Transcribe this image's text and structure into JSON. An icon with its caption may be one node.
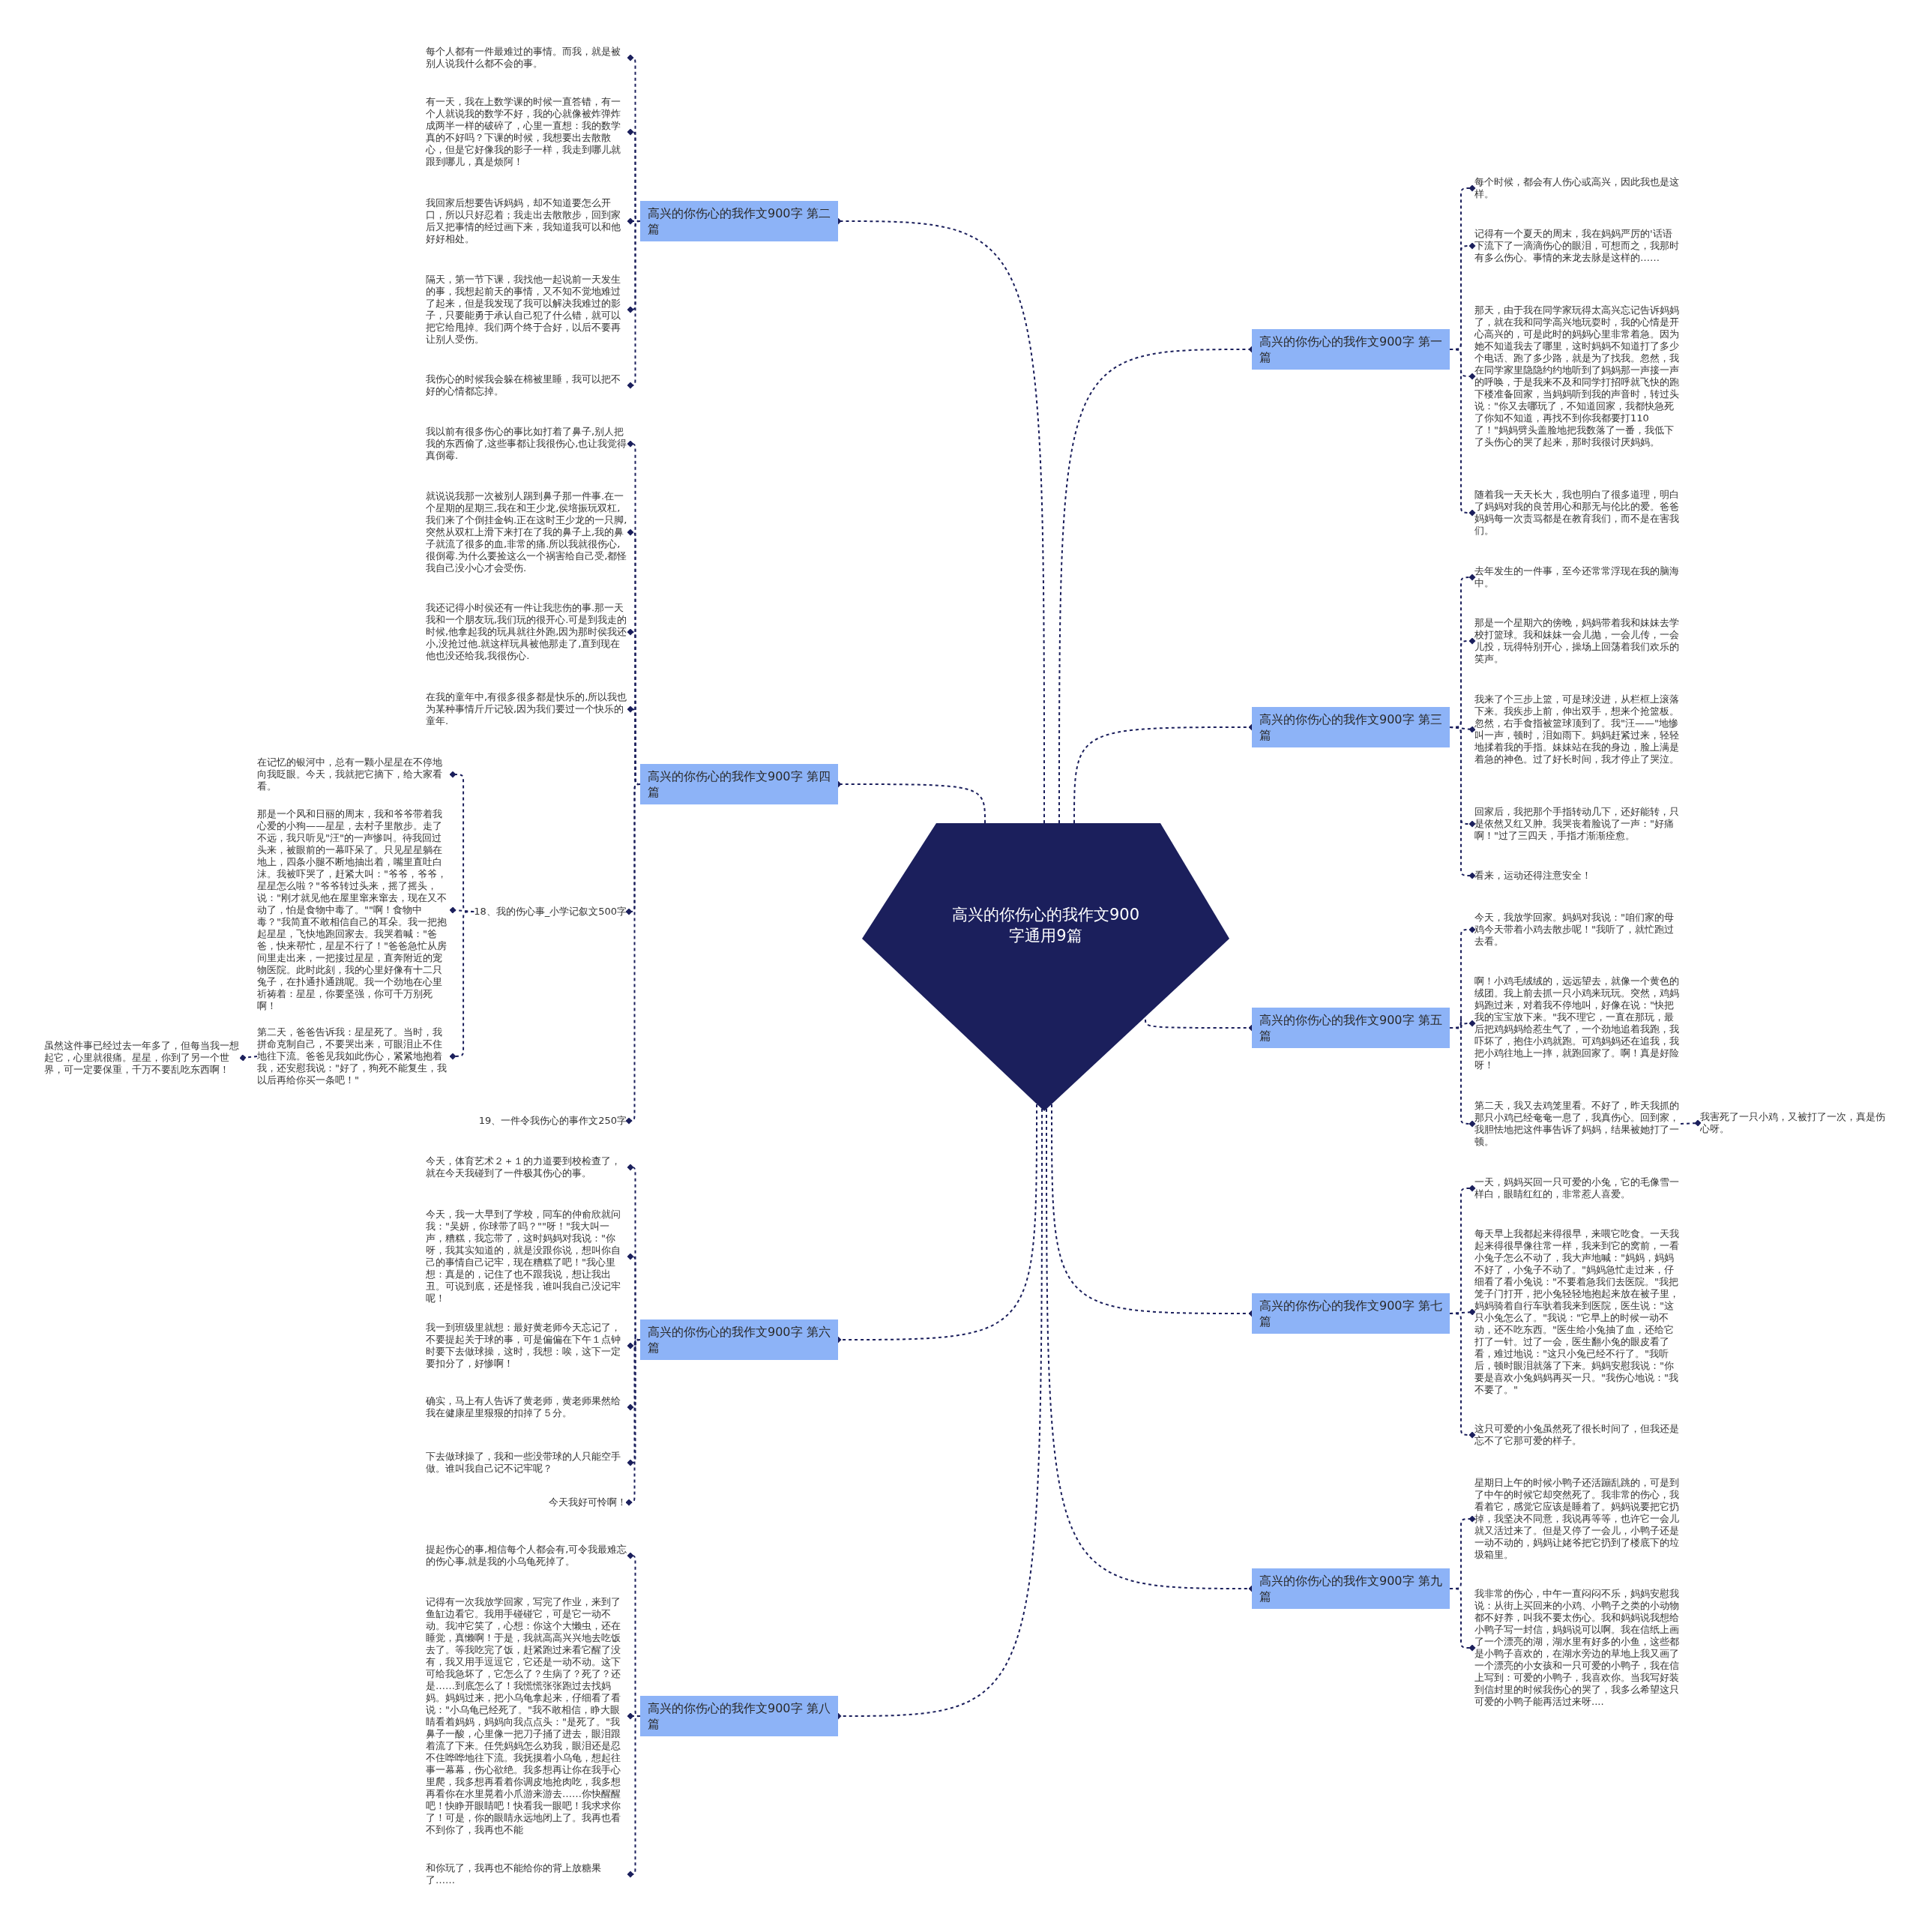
{
  "diagram": {
    "nodes": [
      {
        "text": [
          "高兴的你伤心的我作文900字通用9篇"
        ]
      },
      {
        "text": [
          "高兴的你伤心的我作文900字 第一篇"
        ]
      },
      {
        "text": [
          "每个时候，都会有人伤心或高兴，因此我也是这样。"
        ]
      },
      {
        "text": [
          "记得有一个夏天的周末，我在妈妈严厉的'话语下流下了一滴滴伤心的眼泪，可想而之，我那时有多么伤心。事情的来龙去脉是这样的……"
        ]
      },
      {
        "text": [
          "那天，由于我在同学家玩得太高兴忘记告诉妈妈了，就在我和同学高兴地玩耍时，我的心情是开心高兴的，可是此时的妈妈心里非常着急。因为她不知道我去了哪里，这时妈妈不知道打了多少个电话、跑了多少路，就是为了找我。忽然，我在同学家里隐隐约约地听到了妈妈那一声接一声的呼唤，于是我来不及和同学打招呼就飞快的跑下楼准备回家，当妈妈听到我的声音时，转过头说：\"你又去哪玩了，不知道回家，我都快急死了你知不知道，再找不到你我都要打110了！\"妈妈劈头盖脸地把我数落了一番，我低下了头伤心的哭了起来，那时我很讨厌妈妈。"
        ]
      },
      {
        "text": [
          "随着我一天天长大，我也明白了很多道理，明白了妈妈对我的良苦用心和那无与伦比的爱。爸爸妈妈每一次责骂都是在教育我们，而不是在害我们。"
        ]
      },
      {
        "text": [
          "高兴的你伤心的我作文900字 第二篇"
        ]
      },
      {
        "text": [
          "每个人都有一件最难过的事情。而我，就是被别人说我什么都不会的事。"
        ]
      },
      {
        "text": [
          "有一天，我在上数学课的时候一直答错，有一个人就说我的数学不好，我的心就像被炸弹炸成两半一样的破碎了，心里一直想：我的数学真的不好吗？下课的时候，我想要出去散散心，但是它好像我的影子一样，我走到哪儿就跟到哪儿，真是烦阿！"
        ]
      },
      {
        "text": [
          "我回家后想要告诉妈妈，却不知道要怎么开口，所以只好忍着；我走出去散散步，回到家后又把事情的经过画下来，我知道我可以和他好好相处。"
        ]
      },
      {
        "text": [
          "隔天，第一节下课，我找他一起说前一天发生的事，我想起前天的事情，又不知不觉地难过了起来，但是我发现了我可以解决我难过的影子，只要能勇于承认自己犯了什么错，就可以把它给甩掉。我们两个终于合好，以后不要再让别人受伤。"
        ]
      },
      {
        "text": [
          "我伤心的时候我会躲在棉被里睡，我可以把不好的心情都忘掉。"
        ]
      },
      {
        "text": [
          "高兴的你伤心的我作文900字 第三篇"
        ]
      },
      {
        "text": [
          "去年发生的一件事，至今还常常浮现在我的脑海中。"
        ]
      },
      {
        "text": [
          "那是一个星期六的傍晚，妈妈带着我和妹妹去学校打篮球。我和妹妹一会儿抛，一会儿传，一会儿投，玩得特别开心，操场上回荡着我们欢乐的笑声。"
        ]
      },
      {
        "text": [
          "我来了个三步上篮，可是球没进，从栏框上滚落下来。我疾步上前，伸出双手，想来个抢篮板。忽然，右手食指被篮球顶到了。我\"汪——\"地惨叫一声，顿时，泪如雨下。妈妈赶紧过来，轻轻地揉着我的手指。妹妹站在我的身边，脸上满是着急的神色。过了好长时间，我才停止了哭泣。"
        ]
      },
      {
        "text": [
          "回家后，我把那个手指转动几下，还好能转，只是依然又红又肿。我哭丧着脸说了一声：\"好痛啊！\"过了三四天，手指才渐渐痊愈。"
        ]
      },
      {
        "text": [
          "看来，运动还得注意安全！"
        ]
      },
      {
        "text": [
          "高兴的你伤心的我作文900字 第四篇"
        ]
      },
      {
        "text": [
          "我以前有很多伤心的事比如打着了鼻子,别人把我的东西偷了,这些事都让我很伤心,也让我觉得真倒霉."
        ]
      },
      {
        "text": [
          "就说说我那一次被别人踢到鼻子那一件事.在一个星期的星期三,我在和王少龙,侯培振玩双杠,我们来了个倒挂金钩.正在这时王少龙的一只脚,突然从双杠上滑下来打在了我的鼻子上,我的鼻子就流了很多的血,非常的痛.所以我就很伤心,很倒霉.为什么要捡这么一个祸害给自己受,都怪我自己没小心才会受伤."
        ]
      },
      {
        "text": [
          "我还记得小时侯还有一件让我悲伤的事.那一天我和一个朋友玩,我们玩的很开心.可是到我走的时候,他拿起我的玩具就往外跑,因为那时侯我还小,没抢过他.就这样玩具被他那走了,直到现在他也没还给我,我很伤心."
        ]
      },
      {
        "text": [
          "在我的童年中,有很多很多都是快乐的,所以我也为某种事情斤斤记较,因为我们要过一个快乐的童年."
        ]
      },
      {
        "text": [
          "18、我的伤心事_小学记叙文500字"
        ]
      },
      {
        "text": [
          "在记忆的银河中，总有一颗小星星在不停地向我眨眼。今天，我就把它摘下，给大家看看。"
        ]
      },
      {
        "text": [
          "那是一个风和日丽的周末，我和爷爷带着我心爱的小狗——星星，去村子里散步。走了不远，我只听见\"汪\"的一声惨叫。待我回过头来，被眼前的一幕吓呆了。只见星星躺在地上，四条小腿不断地抽出着，嘴里直吐白沫。我被吓哭了，赶紧大叫：\"爷爷，爷爷，星星怎么啦？\"爷爷转过头来，摇了摇头，说：\"刚才就见他在屋里窜来窜去，现在又不动了，怕是食物中毒了。\"\"啊！食物中毒？\"我简直不敢相信自己的耳朵。我一把抱起星星，飞快地跑回家去。我哭着喊：\"爸爸，快来帮忙，星星不行了！\"爸爸急忙从房间里走出来，一把接过星星，直奔附近的宠物医院。此时此刻，我的心里好像有十二只兔子，在扑通扑通跳呢。我一个劲地在心里祈祷着：星星，你要坚强，你可千万别死啊！"
        ]
      },
      {
        "text": [
          "第二天，爸爸告诉我：星星死了。当时，我拼命克制自己，不要哭出来，可眼泪止不住地往下流。爸爸见我如此伤心，紧紧地抱着我，还安慰我说：\"好了，狗死不能复生，我以后再给你买一条吧！\""
        ]
      },
      {
        "text": [
          "虽然这件事已经过去一年多了，但每当我一想起它，心里就很痛。星星，你到了另一个世界，可一定要保重，千万不要乱吃东西啊！"
        ]
      },
      {
        "text": [
          "19、一件令我伤心的事作文250字"
        ]
      },
      {
        "text": [
          "高兴的你伤心的我作文900字 第五篇"
        ]
      },
      {
        "text": [
          "今天，我放学回家。妈妈对我说：\"咱们家的母鸡今天带着小鸡去散步呢！\"我听了，就忙跑过去看。"
        ]
      },
      {
        "text": [
          "啊！小鸡毛绒绒的，远远望去，就像一个黄色的绒团。我上前去抓一只小鸡来玩玩。突然，鸡妈妈跑过来，对着我不停地叫，好像在说：\"快把我的宝宝放下来。\"我不理它，一直在那玩，最后把鸡妈妈给惹生气了，一个劲地追着我跑，我吓坏了，抱住小鸡就跑。可鸡妈妈还在追我，我把小鸡往地上一摔，就跑回家了。啊！真是好险呀！"
        ]
      },
      {
        "text": [
          "第二天，我又去鸡笼里看。不好了，昨天我抓的那只小鸡已经奄奄一息了，我真伤心。回到家，我胆怯地把这件事告诉了妈妈，结果被她打了一顿。"
        ]
      },
      {
        "text": [
          "我害死了一只小鸡，又被打了一次，真是伤心呀。"
        ]
      },
      {
        "text": [
          "高兴的你伤心的我作文900字 第六篇"
        ]
      },
      {
        "text": [
          "今天，体育艺术２＋１的力道要到校检查了，就在今天我碰到了一件极其伤心的事。"
        ]
      },
      {
        "text": [
          "今天，我一大早到了学校，同车的仲俞欣就问我：\"吴妍，你球带了吗？\"\"呀！\"我大叫一声，糟糕，我忘带了，这时妈妈对我说：\"你呀，我其实知道的，就是没跟你说，想叫你自己的事情自己记牢，现在糟糕了吧！\"我心里想：真是的，记住了也不跟我说，想让我出丑。可说到底，还是怪我，谁叫我自己没记牢呢！"
        ]
      },
      {
        "text": [
          "我一到班级里就想：最好黄老师今天忘记了，不要提起关于球的事，可是偏偏在下午１点钟时要下去做球操，这时，我想：唉，这下一定要扣分了，好惨啊！"
        ]
      },
      {
        "text": [
          "确实，马上有人告诉了黄老师，黄老师果然给我在健康星里狠狠的扣掉了５分。"
        ]
      },
      {
        "text": [
          "下去做球操了，我和一些没带球的人只能空手做。谁叫我自己记不记牢呢？"
        ]
      },
      {
        "text": [
          "今天我好可怜啊！"
        ]
      },
      {
        "text": [
          "高兴的你伤心的我作文900字 第七篇"
        ]
      },
      {
        "text": [
          "一天，妈妈买回一只可爱的小兔，它的毛像雪一样白，眼睛红红的，非常惹人喜爱。"
        ]
      },
      {
        "text": [
          "每天早上我都起来得很早，来喂它吃食。一天我起来得很早像往常一样，我来到它的窝前，一看小兔子怎么不动了，我大声地喊：\"妈妈，妈妈不好了，小兔子不动了。\"妈妈急忙走过来，仔细看了看小兔说：\"不要着急我们去医院。\"我把笼子门打开，把小兔轻轻地抱起来放在被子里，妈妈骑着自行车驮着我来到医院，医生说：\"这只小兔怎么了。\"我说：\"它早上的时候一动不动，还不吃东西。\"医生给小兔抽了血，还给它打了一针。过了一会，医生翻小兔的眼皮看了看，难过地说：\"这只小兔已经不行了。\"我听后，顿时眼泪就落了下来。妈妈安慰我说：\"你要是喜欢小兔妈妈再买一只。\"我伤心地说：\"我不要了。\""
        ]
      },
      {
        "text": [
          "这只可爱的小兔虽然死了很长时间了，但我还是忘不了它那可爱的样子。"
        ]
      },
      {
        "text": [
          "高兴的你伤心的我作文900字 第八篇"
        ]
      },
      {
        "text": [
          "提起伤心的事,相信每个人都会有,可令我最难忘的伤心事,就是我的小乌龟死掉了。"
        ]
      },
      {
        "text": [
          "记得有一次我放学回家，写完了作业，来到了鱼缸边看它。我用手碰碰它，可是它一动不动。我冲它笑了，心想：你这个大懒虫，还在睡觉，真懒啊！于是，我就高高兴兴地去吃饭去了。等我吃完了饭，赶紧跑过来看它醒了没有，我又用手逗逗它，它还是一动不动。这下可给我急坏了，它怎么了？生病了？死了？还是……到底怎么了！我慌慌张张跑过去找妈妈。妈妈过来，把小乌龟拿起来，仔细看了看说：\"小乌龟已经死了。\"我不敢相信，睁大眼睛看着妈妈，妈妈向我点点头：\"是死了。\"我鼻子一酸，心里像一把刀子捅了进去，眼泪跟着流了下来。任凭妈妈怎么劝我，眼泪还是忍不住哗哗地往下流。我抚摸着小乌龟，想起往事一幕幕，伤心欲绝。我多想再让你在我手心里爬，我多想再看着你调皮地抢肉吃，我多想再看你在水里晃着小爪游来游去……你快醒醒吧！快睁开眼睛吧！快看我一眼吧！我求求你了！可是，你的眼睛永远地闭上了。我再也看不到你了，我再也不能"
        ]
      },
      {
        "text": [
          "和你玩了，我再也不能给你的背上放糖果了……"
        ]
      },
      {
        "text": [
          "高兴的你伤心的我作文900字 第九篇"
        ]
      },
      {
        "text": [
          "星期日上午的时候小鸭子还活蹦乱跳的，可是到了中午的时候它却突然死了。我非常的伤心，我看着它，感觉它应该是睡着了。妈妈说要把它扔掉，我坚决不同意，我说再等等，也许它一会儿就又活过来了。但是又停了一会儿，小鸭子还是一动不动的，妈妈让姥爷把它扔到了楼底下的垃圾箱里。"
        ]
      },
      {
        "text": [
          "我非常的伤心，中午一直闷闷不乐，妈妈安慰我说：从街上买回来的小鸡、小鸭子之类的小动物都不好养，叫我不要太伤心。我和妈妈说我想给小鸭子写一封信，妈妈说可以啊。我在信纸上画了一个漂亮的湖，湖水里有好多的小鱼，这些都是小鸭子喜欢的，在湖水旁边的草地上我又画了一个漂亮的小女孩和一只可爱的小鸭子，我在信上写到：可爱的小鸭子，我喜欢你。当我写好装到信封里的时候我伤心的哭了，我多么希望这只可爱的小鸭子能再活过来呀...."
        ]
      }
    ],
    "edges": [
      {
        "from": 0,
        "to": 1,
        "arrow": "other"
      },
      {
        "from": 0,
        "to": 6,
        "arrow": "other"
      },
      {
        "from": 0,
        "to": 12,
        "arrow": "other"
      },
      {
        "from": 0,
        "to": 18,
        "arrow": "other"
      },
      {
        "from": 0,
        "to": 29,
        "arrow": "other"
      },
      {
        "from": 0,
        "to": 34,
        "arrow": "other"
      },
      {
        "from": 0,
        "to": 41,
        "arrow": "other"
      },
      {
        "from": 0,
        "to": 45,
        "arrow": "other"
      },
      {
        "from": 0,
        "to": 49,
        "arrow": "other"
      },
      {
        "from": 1,
        "to": 2,
        "arrow": "other"
      },
      {
        "from": 1,
        "to": 3,
        "arrow": "other"
      },
      {
        "from": 1,
        "to": 4,
        "arrow": "other"
      },
      {
        "from": 1,
        "to": 5,
        "arrow": "other"
      },
      {
        "from": 6,
        "to": 7,
        "arrow": "other"
      },
      {
        "from": 6,
        "to": 8,
        "arrow": "other"
      },
      {
        "from": 6,
        "to": 9,
        "arrow": "other"
      },
      {
        "from": 6,
        "to": 10,
        "arrow": "other"
      },
      {
        "from": 6,
        "to": 11,
        "arrow": "other"
      },
      {
        "from": 12,
        "to": 13,
        "arrow": "other"
      },
      {
        "from": 12,
        "to": 14,
        "arrow": "other"
      },
      {
        "from": 12,
        "to": 15,
        "arrow": "other"
      },
      {
        "from": 12,
        "to": 16,
        "arrow": "other"
      },
      {
        "from": 12,
        "to": 17,
        "arrow": "other"
      },
      {
        "from": 18,
        "to": 19,
        "arrow": "other"
      },
      {
        "from": 18,
        "to": 20,
        "arrow": "other"
      },
      {
        "from": 18,
        "to": 21,
        "arrow": "other"
      },
      {
        "from": 18,
        "to": 22,
        "arrow": "other"
      },
      {
        "from": 18,
        "to": 23,
        "arrow": "other"
      },
      {
        "from": 23,
        "to": 24,
        "arrow": "other"
      },
      {
        "from": 23,
        "to": 25,
        "arrow": "other"
      },
      {
        "from": 23,
        "to": 26,
        "arrow": "other"
      },
      {
        "from": 26,
        "to": 27,
        "arrow": "other"
      },
      {
        "from": 18,
        "to": 28,
        "arrow": "other"
      },
      {
        "from": 29,
        "to": 30,
        "arrow": "other"
      },
      {
        "from": 29,
        "to": 31,
        "arrow": "other"
      },
      {
        "from": 29,
        "to": 32,
        "arrow": "other"
      },
      {
        "from": 32,
        "to": 33,
        "arrow": "other"
      },
      {
        "from": 34,
        "to": 35,
        "arrow": "other"
      },
      {
        "from": 34,
        "to": 36,
        "arrow": "other"
      },
      {
        "from": 34,
        "to": 37,
        "arrow": "other"
      },
      {
        "from": 34,
        "to": 38,
        "arrow": "other"
      },
      {
        "from": 34,
        "to": 39,
        "arrow": "other"
      },
      {
        "from": 34,
        "to": 40,
        "arrow": "other"
      },
      {
        "from": 41,
        "to": 42,
        "arrow": "other"
      },
      {
        "from": 41,
        "to": 43,
        "arrow": "other"
      },
      {
        "from": 41,
        "to": 44,
        "arrow": "other"
      },
      {
        "from": 45,
        "to": 46,
        "arrow": "other"
      },
      {
        "from": 45,
        "to": 47,
        "arrow": "other"
      },
      {
        "from": 45,
        "to": 48,
        "arrow": "other"
      },
      {
        "from": 49,
        "to": 50,
        "arrow": "other"
      },
      {
        "from": 49,
        "to": 51,
        "arrow": "other"
      }
    ]
  }
}
